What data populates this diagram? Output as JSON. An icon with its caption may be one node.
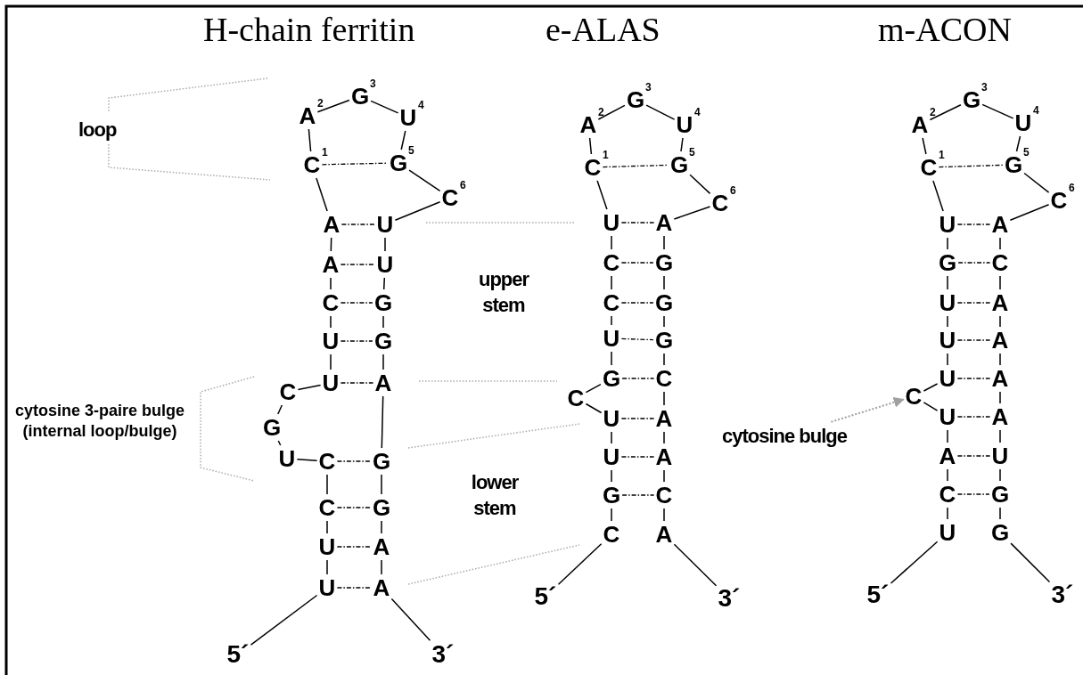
{
  "diagram": {
    "nodes": [
      {
        "text": [
          "5´"
        ]
      },
      {
        "text": [
          "U"
        ]
      },
      {
        "text": [
          "U"
        ]
      },
      {
        "text": [
          "C"
        ]
      },
      {
        "text": [
          "C"
        ]
      },
      {
        "text": [
          "U"
        ]
      },
      {
        "text": [
          "G"
        ]
      },
      {
        "text": [
          "C"
        ]
      },
      {
        "text": [
          "U"
        ]
      },
      {
        "text": [
          "U"
        ]
      },
      {
        "text": [
          "C"
        ]
      },
      {
        "text": [
          "A"
        ]
      },
      {
        "text": [
          "A"
        ]
      },
      {
        "text": [
          "C"
        ],
        "beside": [
          "1"
        ]
      },
      {
        "text": [
          "A"
        ],
        "beside": [
          "2"
        ]
      },
      {
        "text": [
          "G"
        ],
        "beside": [
          "3"
        ]
      },
      {
        "text": [
          "U"
        ],
        "beside": [
          "4"
        ]
      },
      {
        "text": [
          "G"
        ],
        "beside": [
          "5"
        ]
      },
      {
        "text": [
          "C"
        ],
        "beside": [
          "6"
        ]
      },
      {
        "text": [
          "U"
        ]
      },
      {
        "text": [
          "U"
        ]
      },
      {
        "text": [
          "G"
        ]
      },
      {
        "text": [
          "G"
        ]
      },
      {
        "text": [
          "A"
        ]
      },
      {
        "text": [
          "G"
        ]
      },
      {
        "text": [
          "G"
        ]
      },
      {
        "text": [
          "A"
        ]
      },
      {
        "text": [
          "A"
        ]
      },
      {
        "text": [
          "3´"
        ]
      },
      {
        "text": [
          "5´"
        ]
      },
      {
        "text": [
          "C"
        ]
      },
      {
        "text": [
          "G"
        ]
      },
      {
        "text": [
          "U"
        ]
      },
      {
        "text": [
          "U"
        ]
      },
      {
        "text": [
          "C"
        ]
      },
      {
        "text": [
          "G"
        ]
      },
      {
        "text": [
          "U"
        ]
      },
      {
        "text": [
          "C"
        ]
      },
      {
        "text": [
          "C"
        ]
      },
      {
        "text": [
          "U"
        ]
      },
      {
        "text": [
          "C"
        ],
        "beside": [
          "1"
        ]
      },
      {
        "text": [
          "A"
        ],
        "beside": [
          "2"
        ]
      },
      {
        "text": [
          "G"
        ],
        "beside": [
          "3"
        ]
      },
      {
        "text": [
          "U"
        ],
        "beside": [
          "4"
        ]
      },
      {
        "text": [
          "G"
        ],
        "beside": [
          "5"
        ]
      },
      {
        "text": [
          "C"
        ],
        "beside": [
          "6"
        ]
      },
      {
        "text": [
          "A"
        ]
      },
      {
        "text": [
          "G"
        ]
      },
      {
        "text": [
          "G"
        ]
      },
      {
        "text": [
          "G"
        ]
      },
      {
        "text": [
          "C"
        ]
      },
      {
        "text": [
          "A"
        ]
      },
      {
        "text": [
          "A"
        ]
      },
      {
        "text": [
          "C"
        ]
      },
      {
        "text": [
          "A"
        ]
      },
      {
        "text": [
          "3´"
        ]
      },
      {
        "text": [
          "5´"
        ]
      },
      {
        "text": [
          "U"
        ]
      },
      {
        "text": [
          "C"
        ]
      },
      {
        "text": [
          "A"
        ]
      },
      {
        "text": [
          "U"
        ]
      },
      {
        "text": [
          "C"
        ]
      },
      {
        "text": [
          "U"
        ]
      },
      {
        "text": [
          "U"
        ]
      },
      {
        "text": [
          "U"
        ]
      },
      {
        "text": [
          "G"
        ]
      },
      {
        "text": [
          "U"
        ]
      },
      {
        "text": [
          "C"
        ],
        "beside": [
          "1"
        ]
      },
      {
        "text": [
          "A"
        ],
        "beside": [
          "2"
        ]
      },
      {
        "text": [
          "G"
        ],
        "beside": [
          "3"
        ]
      },
      {
        "text": [
          "U"
        ],
        "beside": [
          "4"
        ]
      },
      {
        "text": [
          "G"
        ],
        "beside": [
          "5"
        ]
      },
      {
        "text": [
          "C"
        ],
        "beside": [
          "6"
        ]
      },
      {
        "text": [
          "A"
        ]
      },
      {
        "text": [
          "C"
        ]
      },
      {
        "text": [
          "A"
        ]
      },
      {
        "text": [
          "A"
        ]
      },
      {
        "text": [
          "A"
        ]
      },
      {
        "text": [
          "A"
        ]
      },
      {
        "text": [
          "U"
        ]
      },
      {
        "text": [
          "G"
        ]
      },
      {
        "text": [
          "G"
        ]
      },
      {
        "text": [
          "3´"
        ]
      },
      {
        "text": [
          "cytosine bulge"
        ]
      }
    ],
    "edges": [
      {
        "from": 0,
        "to": 1,
        "arrow": "none"
      },
      {
        "from": 1,
        "to": 2,
        "arrow": "none"
      },
      {
        "from": 2,
        "to": 3,
        "arrow": "none"
      },
      {
        "from": 3,
        "to": 4,
        "arrow": "none"
      },
      {
        "from": 4,
        "to": 5,
        "arrow": "none"
      },
      {
        "from": 5,
        "to": 6,
        "arrow": "none"
      },
      {
        "from": 6,
        "to": 7,
        "arrow": "none"
      },
      {
        "from": 7,
        "to": 8,
        "arrow": "none"
      },
      {
        "from": 8,
        "to": 9,
        "arrow": "none"
      },
      {
        "from": 9,
        "to": 10,
        "arrow": "none"
      },
      {
        "from": 10,
        "to": 11,
        "arrow": "none"
      },
      {
        "from": 11,
        "to": 12,
        "arrow": "none"
      },
      {
        "from": 12,
        "to": 13,
        "arrow": "none"
      },
      {
        "from": 13,
        "to": 14,
        "arrow": "none"
      },
      {
        "from": 14,
        "to": 15,
        "arrow": "none"
      },
      {
        "from": 15,
        "to": 16,
        "arrow": "none"
      },
      {
        "from": 16,
        "to": 17,
        "arrow": "none"
      },
      {
        "from": 17,
        "to": 18,
        "arrow": "none"
      },
      {
        "from": 18,
        "to": 19,
        "arrow": "none"
      },
      {
        "from": 19,
        "to": 20,
        "arrow": "none"
      },
      {
        "from": 20,
        "to": 21,
        "arrow": "none"
      },
      {
        "from": 21,
        "to": 22,
        "arrow": "none"
      },
      {
        "from": 22,
        "to": 23,
        "arrow": "none"
      },
      {
        "from": 23,
        "to": 24,
        "arrow": "none"
      },
      {
        "from": 24,
        "to": 25,
        "arrow": "none"
      },
      {
        "from": 25,
        "to": 26,
        "arrow": "none"
      },
      {
        "from": 26,
        "to": 27,
        "arrow": "none"
      },
      {
        "from": 27,
        "to": 28,
        "arrow": "none"
      },
      {
        "from": 13,
        "to": 17,
        "arrow": "none",
        "style": "dashed"
      },
      {
        "from": 12,
        "to": 19,
        "arrow": "none",
        "style": "dashed"
      },
      {
        "from": 11,
        "to": 20,
        "arrow": "none",
        "style": "dashed"
      },
      {
        "from": 10,
        "to": 21,
        "arrow": "none",
        "style": "dashed"
      },
      {
        "from": 9,
        "to": 22,
        "arrow": "none",
        "style": "dashed"
      },
      {
        "from": 8,
        "to": 23,
        "arrow": "none",
        "style": "dashed"
      },
      {
        "from": 4,
        "to": 24,
        "arrow": "none",
        "style": "dashed"
      },
      {
        "from": 3,
        "to": 25,
        "arrow": "none",
        "style": "dashed"
      },
      {
        "from": 2,
        "to": 26,
        "arrow": "none",
        "style": "dashed"
      },
      {
        "from": 1,
        "to": 27,
        "arrow": "none",
        "style": "dashed"
      },
      {
        "from": 29,
        "to": 30,
        "arrow": "none"
      },
      {
        "from": 30,
        "to": 31,
        "arrow": "none"
      },
      {
        "from": 31,
        "to": 32,
        "arrow": "none"
      },
      {
        "from": 32,
        "to": 33,
        "arrow": "none"
      },
      {
        "from": 33,
        "to": 34,
        "arrow": "none"
      },
      {
        "from": 34,
        "to": 35,
        "arrow": "none"
      },
      {
        "from": 35,
        "to": 36,
        "arrow": "none"
      },
      {
        "from": 36,
        "to": 37,
        "arrow": "none"
      },
      {
        "from": 37,
        "to": 38,
        "arrow": "none"
      },
      {
        "from": 38,
        "to": 39,
        "arrow": "none"
      },
      {
        "from": 39,
        "to": 40,
        "arrow": "none"
      },
      {
        "from": 40,
        "to": 41,
        "arrow": "none"
      },
      {
        "from": 41,
        "to": 42,
        "arrow": "none"
      },
      {
        "from": 42,
        "to": 43,
        "arrow": "none"
      },
      {
        "from": 43,
        "to": 44,
        "arrow": "none"
      },
      {
        "from": 44,
        "to": 45,
        "arrow": "none"
      },
      {
        "from": 45,
        "to": 46,
        "arrow": "none"
      },
      {
        "from": 46,
        "to": 47,
        "arrow": "none"
      },
      {
        "from": 47,
        "to": 48,
        "arrow": "none"
      },
      {
        "from": 48,
        "to": 49,
        "arrow": "none"
      },
      {
        "from": 49,
        "to": 50,
        "arrow": "none"
      },
      {
        "from": 50,
        "to": 51,
        "arrow": "none"
      },
      {
        "from": 51,
        "to": 52,
        "arrow": "none"
      },
      {
        "from": 52,
        "to": 53,
        "arrow": "none"
      },
      {
        "from": 53,
        "to": 54,
        "arrow": "none"
      },
      {
        "from": 54,
        "to": 55,
        "arrow": "none"
      },
      {
        "from": 40,
        "to": 44,
        "arrow": "none",
        "style": "dashed"
      },
      {
        "from": 39,
        "to": 46,
        "arrow": "none",
        "style": "dashed"
      },
      {
        "from": 38,
        "to": 47,
        "arrow": "none",
        "style": "dashed"
      },
      {
        "from": 37,
        "to": 48,
        "arrow": "none",
        "style": "dashed"
      },
      {
        "from": 36,
        "to": 49,
        "arrow": "none",
        "style": "dashed"
      },
      {
        "from": 35,
        "to": 50,
        "arrow": "none",
        "style": "dashed"
      },
      {
        "from": 33,
        "to": 51,
        "arrow": "none",
        "style": "dashed"
      },
      {
        "from": 32,
        "to": 52,
        "arrow": "none",
        "style": "dashed"
      },
      {
        "from": 31,
        "to": 53,
        "arrow": "none",
        "style": "dashed"
      },
      {
        "from": 56,
        "to": 57,
        "arrow": "none"
      },
      {
        "from": 57,
        "to": 58,
        "arrow": "none"
      },
      {
        "from": 58,
        "to": 59,
        "arrow": "none"
      },
      {
        "from": 59,
        "to": 60,
        "arrow": "none"
      },
      {
        "from": 60,
        "to": 61,
        "arrow": "none"
      },
      {
        "from": 61,
        "to": 62,
        "arrow": "none"
      },
      {
        "from": 62,
        "to": 63,
        "arrow": "none"
      },
      {
        "from": 63,
        "to": 64,
        "arrow": "none"
      },
      {
        "from": 64,
        "to": 65,
        "arrow": "none"
      },
      {
        "from": 65,
        "to": 66,
        "arrow": "none"
      },
      {
        "from": 66,
        "to": 67,
        "arrow": "none"
      },
      {
        "from": 67,
        "to": 68,
        "arrow": "none"
      },
      {
        "from": 68,
        "to": 69,
        "arrow": "none"
      },
      {
        "from": 69,
        "to": 70,
        "arrow": "none"
      },
      {
        "from": 70,
        "to": 71,
        "arrow": "none"
      },
      {
        "from": 71,
        "to": 72,
        "arrow": "none"
      },
      {
        "from": 72,
        "to": 73,
        "arrow": "none"
      },
      {
        "from": 73,
        "to": 74,
        "arrow": "none"
      },
      {
        "from": 74,
        "to": 75,
        "arrow": "none"
      },
      {
        "from": 75,
        "to": 76,
        "arrow": "none"
      },
      {
        "from": 76,
        "to": 77,
        "arrow": "none"
      },
      {
        "from": 77,
        "to": 78,
        "arrow": "none"
      },
      {
        "from": 78,
        "to": 79,
        "arrow": "none"
      },
      {
        "from": 79,
        "to": 80,
        "arrow": "none"
      },
      {
        "from": 80,
        "to": 81,
        "arrow": "none"
      },
      {
        "from": 81,
        "to": 82,
        "arrow": "none"
      },
      {
        "from": 67,
        "to": 71,
        "arrow": "none",
        "style": "dashed"
      },
      {
        "from": 66,
        "to": 73,
        "arrow": "none",
        "style": "dashed"
      },
      {
        "from": 65,
        "to": 74,
        "arrow": "none",
        "style": "dashed"
      },
      {
        "from": 64,
        "to": 75,
        "arrow": "none",
        "style": "dashed"
      },
      {
        "from": 63,
        "to": 76,
        "arrow": "none",
        "style": "dashed"
      },
      {
        "from": 62,
        "to": 77,
        "arrow": "none",
        "style": "dashed"
      },
      {
        "from": 60,
        "to": 78,
        "arrow": "none",
        "style": "dashed"
      },
      {
        "from": 59,
        "to": 79,
        "arrow": "none",
        "style": "dashed"
      },
      {
        "from": 58,
        "to": 80,
        "arrow": "none",
        "style": "dashed"
      },
      {
        "from": 83,
        "to": 61,
        "arrow": "to",
        "style": "dashed",
        "color": "#a0a0a0"
      }
    ],
    "labels": [
      "H-chain ferritin",
      "e-ALAS",
      "m-ACON",
      "loop",
      "upper stem",
      "cytosine 3-paire bulge (internal loop/bulge)",
      "lower stem"
    ]
  }
}
